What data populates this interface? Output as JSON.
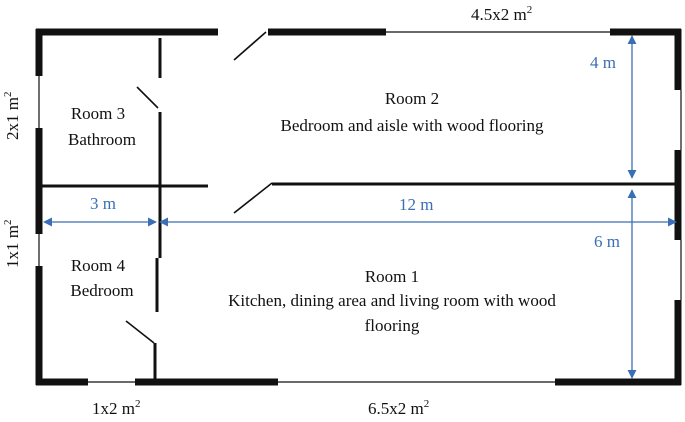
{
  "rooms": {
    "room2": {
      "title": "Room 2",
      "desc": "Bedroom and aisle with wood flooring"
    },
    "room3": {
      "title": "Room 3",
      "desc": "Bathroom"
    },
    "room4": {
      "title": "Room 4",
      "desc": "Bedroom"
    },
    "room1": {
      "title": "Room 1",
      "desc_line1": "Kitchen, dining area and living room with wood",
      "desc_line2": "flooring"
    }
  },
  "windows": {
    "top": {
      "base": "4.5x2 m",
      "exp": "2"
    },
    "left_upper": {
      "base": "2x1 m",
      "exp": "2"
    },
    "left_lower": {
      "base": "1x1 m",
      "exp": "2"
    },
    "bottom_left": {
      "base": "1x2 m",
      "exp": "2"
    },
    "bottom_mid": {
      "base": "6.5x2 m",
      "exp": "2"
    }
  },
  "dimensions": {
    "room2_depth": "4 m",
    "room4_width": "3 m",
    "house_length": "12 m",
    "room1_depth": "6 m"
  },
  "colors": {
    "wall": "#111111",
    "dimension": "#3a6fb5"
  }
}
